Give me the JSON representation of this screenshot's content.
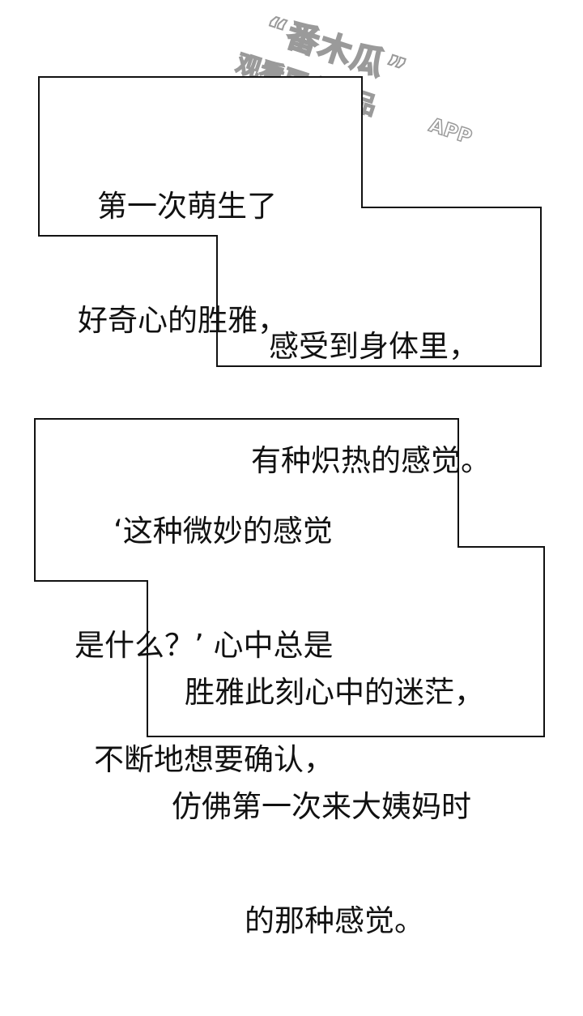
{
  "watermark": {
    "line1": "“番木瓜”",
    "line2": "观看更多作品",
    "app": "APP",
    "color": "#9a9a9a"
  },
  "caption1": {
    "lines": [
      "第一次萌生了",
      "好奇心的胜雅，"
    ]
  },
  "caption2": {
    "lines": [
      "感受到身体里，",
      "有种炽热的感觉。"
    ]
  },
  "caption3": {
    "lines": [
      "‘这种微妙的感觉",
      "是什么？’ 心中总是",
      "不断地想要确认，"
    ]
  },
  "caption4": {
    "lines": [
      "胜雅此刻心中的迷茫，",
      "仿佛第一次来大姨妈时",
      "的那种感觉。"
    ]
  },
  "colors": {
    "background": "#ffffff",
    "border": "#111111",
    "text": "#111111"
  }
}
